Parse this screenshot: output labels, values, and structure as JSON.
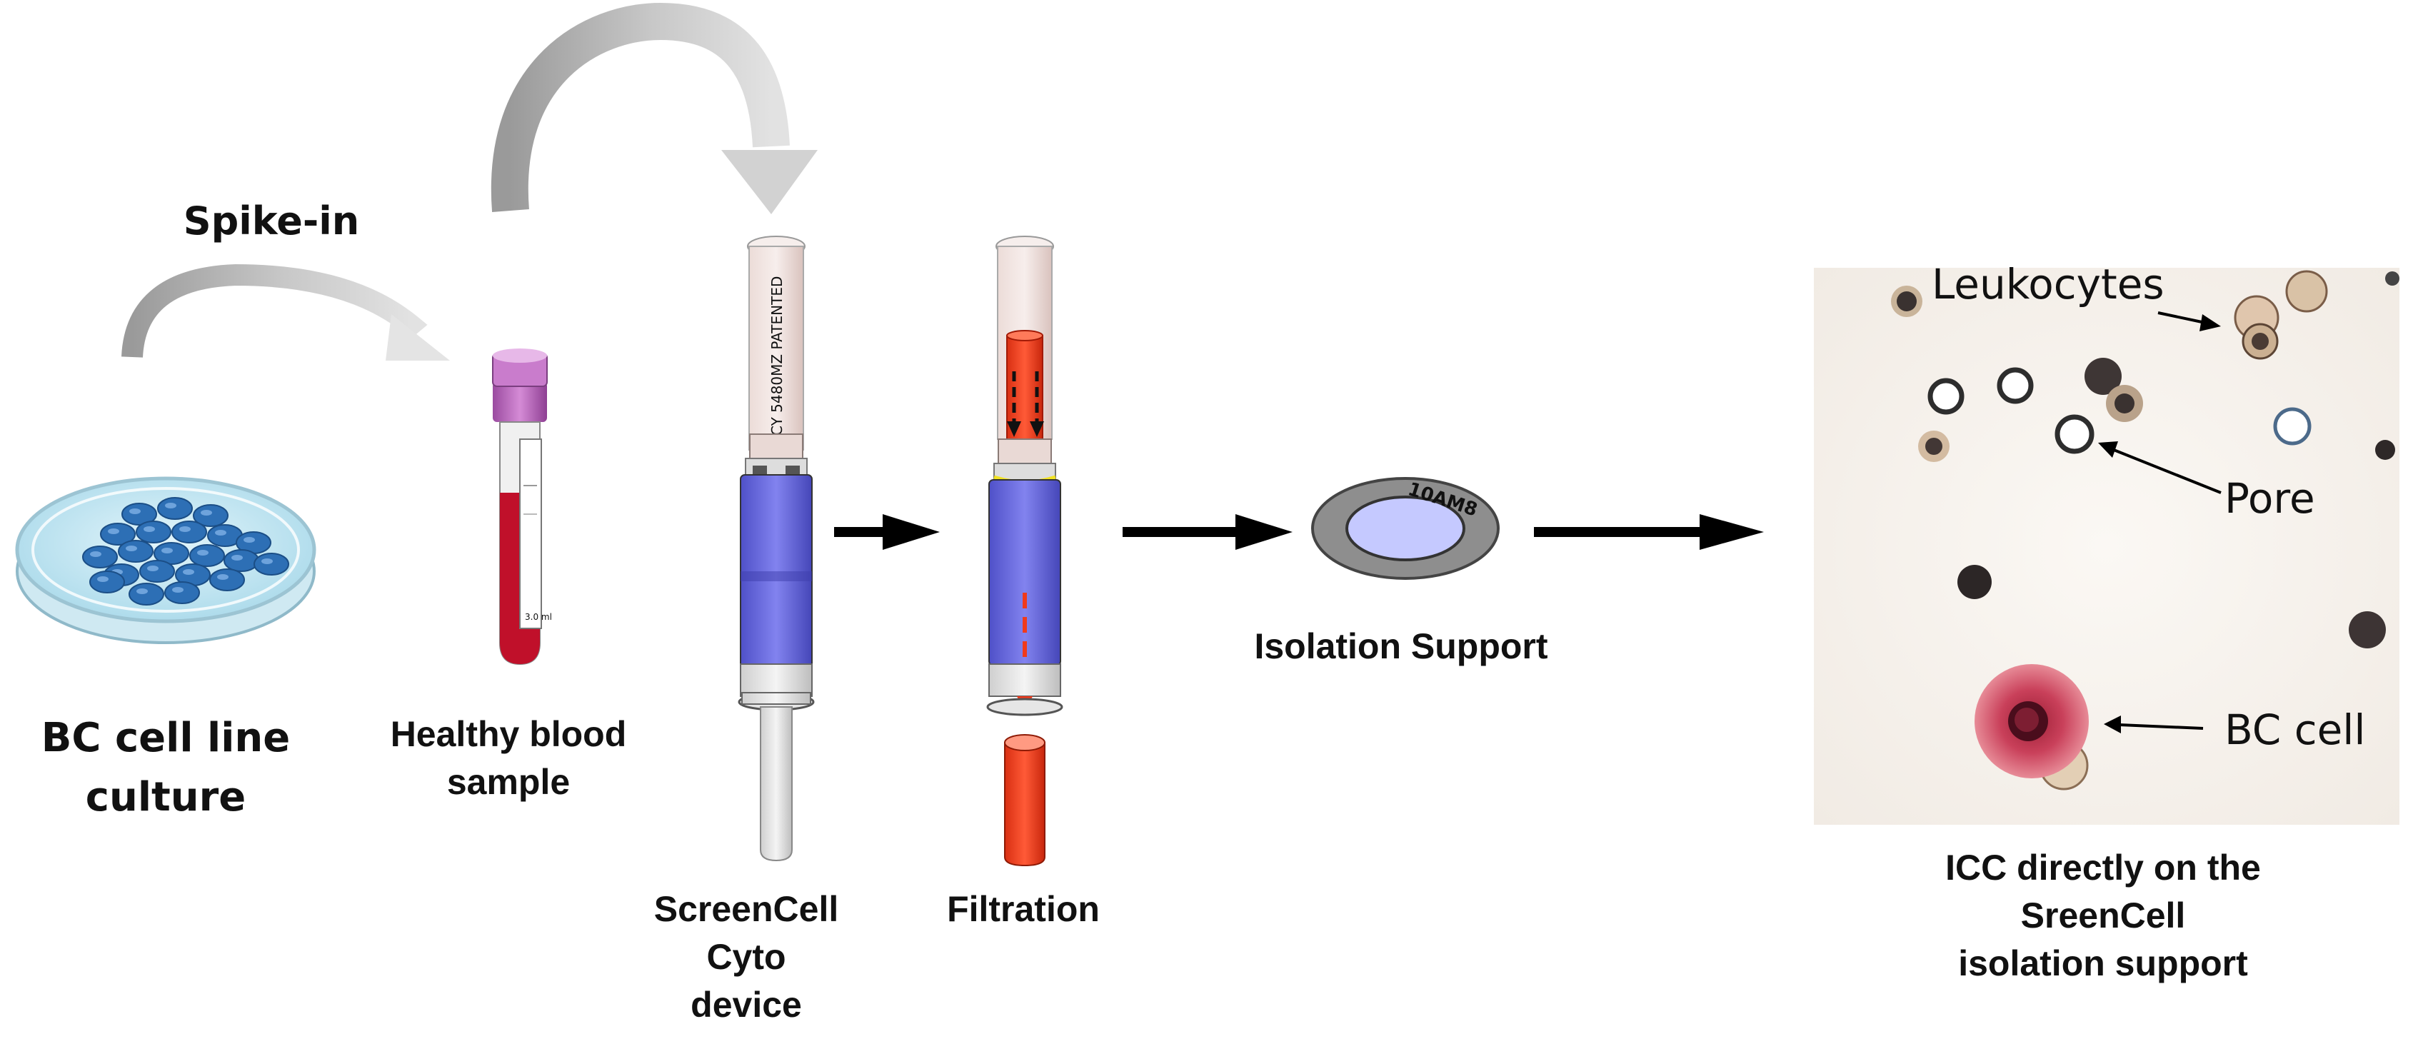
{
  "labels": {
    "spike_in": "Spike-in",
    "culture": [
      "BC cell line",
      "culture"
    ],
    "blood": [
      "Healthy blood",
      "sample"
    ],
    "device": [
      "ScreenCell",
      "Cyto",
      "device"
    ],
    "filtration": "Filtration",
    "isolation_support": "Isolation Support",
    "icc": [
      "ICC directly on the",
      "SreenCell",
      "isolation support"
    ]
  },
  "micrograph_labels": {
    "leukocytes": "Leukocytes",
    "pore": "Pore",
    "bc_cell": "BC cell"
  },
  "device_text": {
    "tube_print": "CY 5480MZ PATENTED",
    "disc_print": "10AM8",
    "vial_volume": "3.0 ml"
  },
  "colors": {
    "arrow_grey": "#c4c4c4",
    "arrow_black": "#000000",
    "blood_red": "#c0102a",
    "device_blue": "#6d6ee0",
    "filtrate_red": "#f03a1c",
    "cap_purple": "#c069c2",
    "petri_blue": "#2d6fb5",
    "support_grey": "#8e8e8e",
    "support_center": "#c5c9ff",
    "bc_cell_pink": "#c94059"
  }
}
